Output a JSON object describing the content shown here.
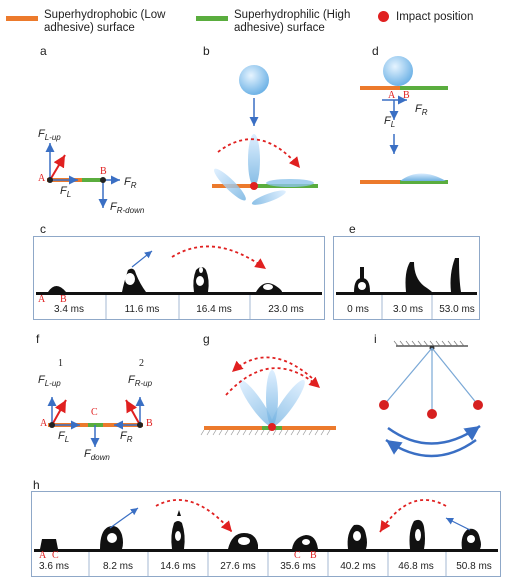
{
  "legend": {
    "superhydrophobic": "Superhydrophobic (Low adhesive) surface",
    "superhydrophilic": "Superhydrophilic (High adhesive) surface",
    "impact": "Impact position",
    "colors": {
      "orange": "#ec7a2c",
      "green": "#5aad3e",
      "red": "#e02020",
      "blue": "#3a6fc4",
      "dashed_red": "#e02020"
    }
  },
  "panels": {
    "a": "a",
    "b": "b",
    "c": "c",
    "d": "d",
    "e": "e",
    "f": "f",
    "g": "g",
    "h": "h",
    "i": "i"
  },
  "labels": {
    "A": "A",
    "B": "B",
    "C": "C",
    "F_L_up": "F",
    "F_L_up_sub": "L-up",
    "F_L": "F",
    "F_L_sub": "L",
    "F_R": "F",
    "F_R_sub": "R",
    "F_R_down": "F",
    "F_R_down_sub": "R-down",
    "F_R_up": "F",
    "F_R_up_sub": "R-up",
    "F_down": "F",
    "F_down_sub": "down",
    "one": "1",
    "two": "2"
  },
  "times_c": [
    "3.4 ms",
    "11.6 ms",
    "16.4 ms",
    "23.0 ms"
  ],
  "times_e": [
    "0 ms",
    "3.0 ms",
    "53.0 ms"
  ],
  "times_h": [
    "3.6 ms",
    "8.2 ms",
    "14.6 ms",
    "27.6 ms",
    "35.6 ms",
    "40.2 ms",
    "46.8 ms",
    "50.8 ms"
  ]
}
